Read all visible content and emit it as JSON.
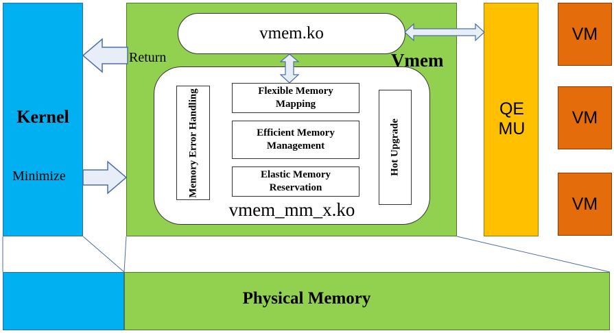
{
  "kernel": {
    "label": "Kernel",
    "minimize_label": "Minimize",
    "return_label": "Return"
  },
  "vmem": {
    "label": "Vmem",
    "ko_label": "vmem.ko",
    "mm_label": "vmem_mm_x.ko",
    "modules": {
      "memory_error": "Memory Error Handling",
      "flexible": "Flexible Memory Mapping",
      "efficient": "Efficient Memory Management",
      "elastic": "Elastic Memory Reservation",
      "hot_upgrade": "Hot Upgrade"
    }
  },
  "qemu": {
    "label_line1": "QE",
    "label_line2": "MU"
  },
  "vms": [
    "VM",
    "VM",
    "VM"
  ],
  "physical_memory": {
    "label": "Physical Memory"
  },
  "colors": {
    "kernel": "#00b0f0",
    "vmem": "#92d050",
    "qemu": "#ffc000",
    "vm": "#e46c0a",
    "arrow_fill": "#e8eef8"
  }
}
